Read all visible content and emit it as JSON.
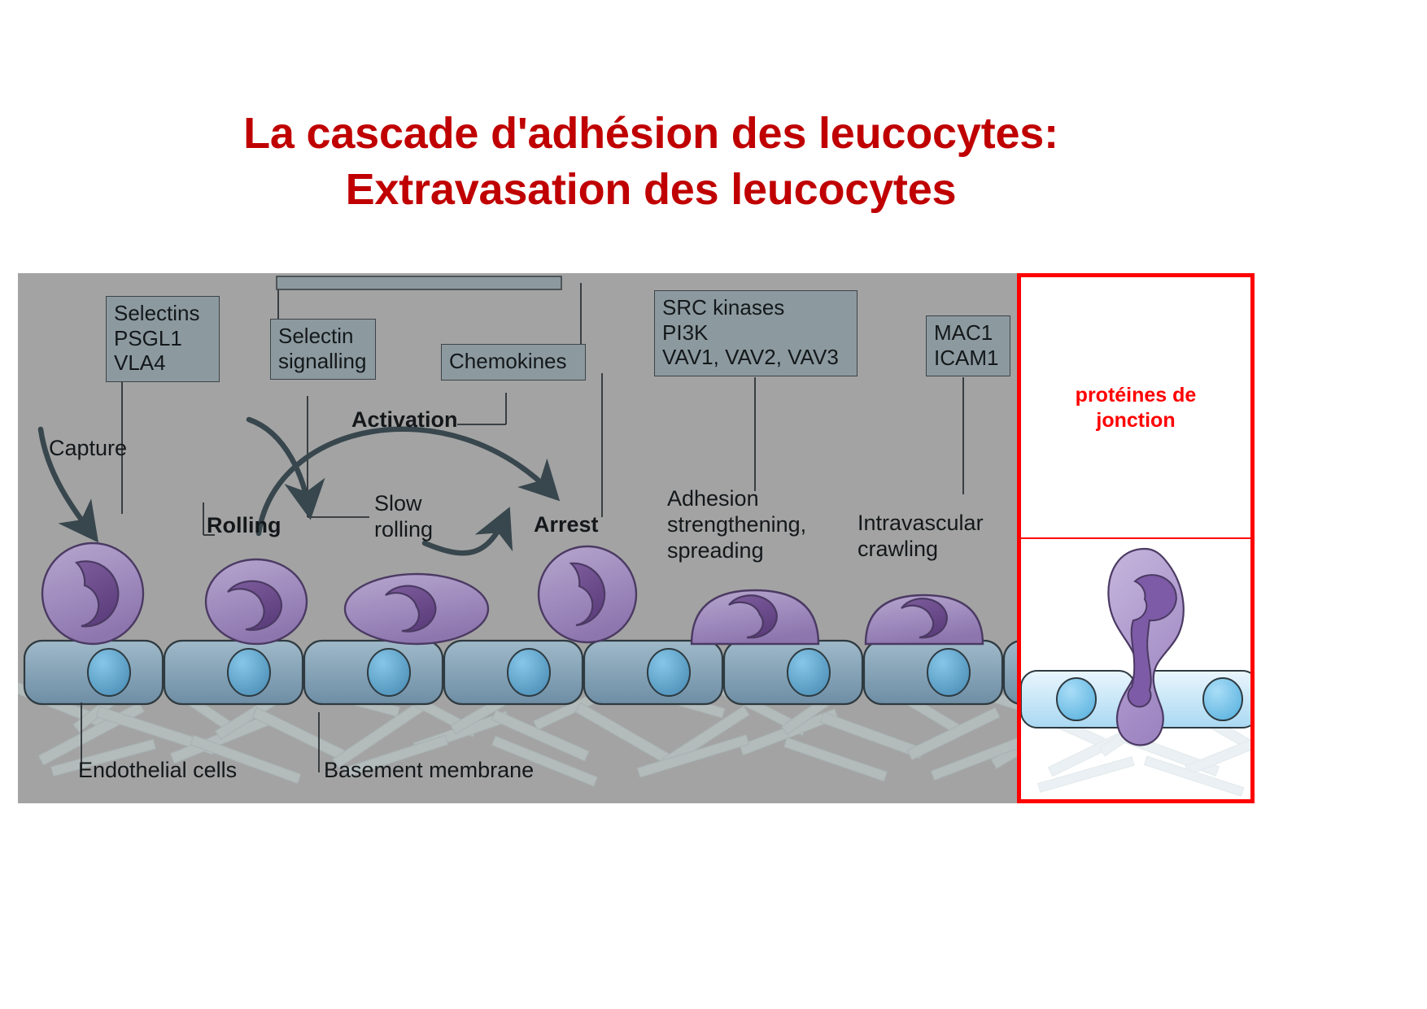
{
  "slide": {
    "title_line1": "La cascade d'adhésion des leucocytes:",
    "title_line2": "Extravasation des leucocytes",
    "title_color": "#C00000",
    "figure_background": "#a3a3a3"
  },
  "figure": {
    "molecule_boxes": [
      {
        "id": "selectins",
        "text": "Selectins\nPSGL1\nVLA4"
      },
      {
        "id": "selectin-signalling",
        "text": "Selectin\nsignalling"
      },
      {
        "id": "chemokines",
        "text": "Chemokines"
      },
      {
        "id": "src-kinases",
        "text": "SRC kinases\nPI3K\nVAV1, VAV2, VAV3"
      },
      {
        "id": "mac1-icam1",
        "text": "MAC1\nICAM1"
      }
    ],
    "step_labels": [
      {
        "id": "capture",
        "text": "Capture",
        "bold": false
      },
      {
        "id": "activation",
        "text": "Activation",
        "bold": true
      },
      {
        "id": "rolling",
        "text": "Rolling",
        "bold": true
      },
      {
        "id": "slow-rolling",
        "text": "Slow\nrolling",
        "bold": false
      },
      {
        "id": "arrest",
        "text": "Arrest",
        "bold": true
      },
      {
        "id": "adhesion-strengthening",
        "text": "Adhesion\nstrengthening,\nspreading",
        "bold": false
      },
      {
        "id": "intravascular-crawling",
        "text": "Intravascular\ncrawling",
        "bold": false
      }
    ],
    "structure_labels": [
      {
        "id": "endothelial-cells",
        "text": "Endothelial cells"
      },
      {
        "id": "basement-membrane",
        "text": "Basement membrane"
      }
    ],
    "colors": {
      "leukocyte_body": "#a593bf",
      "leukocyte_nucleus": "#6b4a8a",
      "endothelium": "#7e9cb0",
      "endothelium_nucleus": "#5b9bc4",
      "basement_fiber": "#b9c4c4",
      "box_fill": "#8c9aa0",
      "box_stroke": "#3d4347",
      "arrow": "#38464d"
    }
  },
  "inset": {
    "caption_line1": "protéines de",
    "caption_line2": "jonction",
    "caption_color": "#ff0000",
    "border_color": "#ff0000",
    "background": "#ffffff",
    "colors": {
      "transmigrating_cell": "#b9a6d4",
      "transmigrating_nucleus": "#7d5ba6",
      "endothelium": "#bfe0f5",
      "endothelium_nucleus": "#6ec3ef"
    }
  }
}
